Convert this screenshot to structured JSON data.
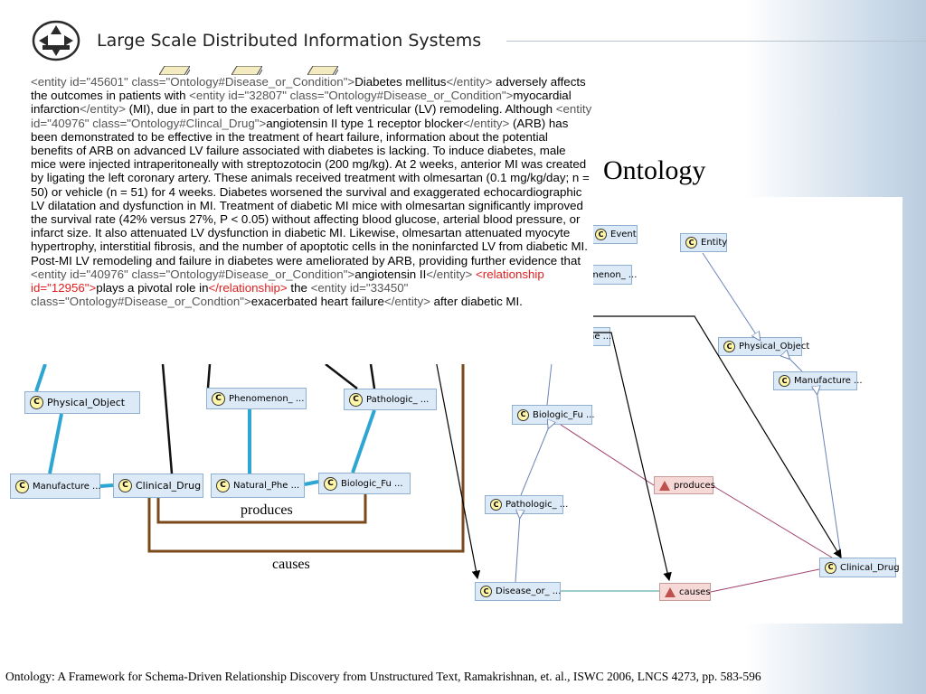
{
  "header": {
    "title": "Large Scale Distributed Information Systems"
  },
  "ontology_title": "Ontology",
  "left_graph": {
    "nodes": {
      "physical_object": "Physical_Object",
      "phenomenon": "Phenomenon_ ...",
      "pathologic": "Pathologic_ ...",
      "manufacture": "Manufacture ...",
      "clinical_drug": "Clinical_Drug",
      "natural_phe": "Natural_Phe ...",
      "biologic_fu": "Biologic_Fu ..."
    },
    "edge_labels": {
      "produces": "produces",
      "causes": "causes"
    }
  },
  "right_graph": {
    "nodes": {
      "event": "Event",
      "entity": "Entity",
      "phenomenon": "menon_ ...",
      "phe": "he ...",
      "physical_object": "Physical_Object",
      "manufacture": "Manufacture ...",
      "biologic_fu": "Biologic_Fu ...",
      "pathologic": "Pathologic_ ...",
      "produces": "produces",
      "clinical_drug": "Clinical_Drug",
      "disease": "Disease_or_ ...",
      "causes": "causes"
    }
  },
  "text": {
    "s1": "<entity id=\"45601\" class=\"Ontology#Disease_or_Condition\">",
    "s2": "Diabetes mellitus",
    "s3": "</entity>",
    "s4": "adversely affects the outcomes in patients with ",
    "s5": "<entity id=\"32807\" class=\"Ontology#Disease_or_Condition\">",
    "s6": "myocardial infarction",
    "s7": "</entity>",
    "s8": " (MI), due in part to the exacerbation of left ventricular (LV) remodeling. Although ",
    "s9": "<entity id=\"40976\" class=\"Ontology#Clincal_Drug\">",
    "s10": "angiotensin II type 1 receptor blocker",
    "s11": "</entity>",
    "s12": " (ARB) has been demonstrated to be effective in the treatment of heart failure, information about the potential benefits of ARB on advanced LV failure associated with diabetes is lacking. To induce diabetes, male mice were injected intraperitoneally with streptozotocin (200 mg/kg). At 2 weeks, anterior MI was created by ligating the left coronary artery. These animals received treatment with olmesartan (0.1 mg/kg/day; n = 50) or vehicle (n = 51) for 4 weeks. Diabetes worsened the survival and exaggerated echocardiographic LV dilatation and dysfunction in MI. Treatment of diabetic MI mice with olmesartan significantly improved the survival rate (42% versus 27%, P < 0.05) without affecting blood glucose, arterial blood pressure, or infarct size. It also attenuated LV dysfunction in diabetic MI. Likewise, olmesartan attenuated myocyte hypertrophy, interstitial fibrosis, and the number of apoptotic cells in the noninfarcted LV from diabetic MI. Post-MI LV remodeling and failure in diabetes were ameliorated by ARB, providing further evidence that ",
    "s13": "<entity id=\"40976\" class=\"Ontology#Disease_or_Condition\">",
    "s14": "angiotensin II",
    "s15": "</entity>",
    "s16": " <relationship id=\"12956\">",
    "s17": "plays a pivotal role in",
    "s18": "</relationship>",
    "s19": " the ",
    "s20": "<entity id=\"33450\" class=\"Ontology#Disease_or_Condtion\">",
    "s21": "exacerbated heart failure",
    "s22": "</entity>",
    "s23": " after diabetic MI."
  },
  "footer": "Ontology: A Framework for Schema-Driven Relationship Discovery from Unstructured Text, Ramakrishnan, et. al., ISWC 2006, LNCS 4273, pp. 583-596",
  "colors": {
    "node_fill": "#dce9f6",
    "node_border": "#8fb0cf",
    "relation_fill": "#f6d9d6",
    "edge_blue": "#2ea6d3",
    "edge_brown": "#7a4a1a",
    "tag_red": "#e02020"
  }
}
